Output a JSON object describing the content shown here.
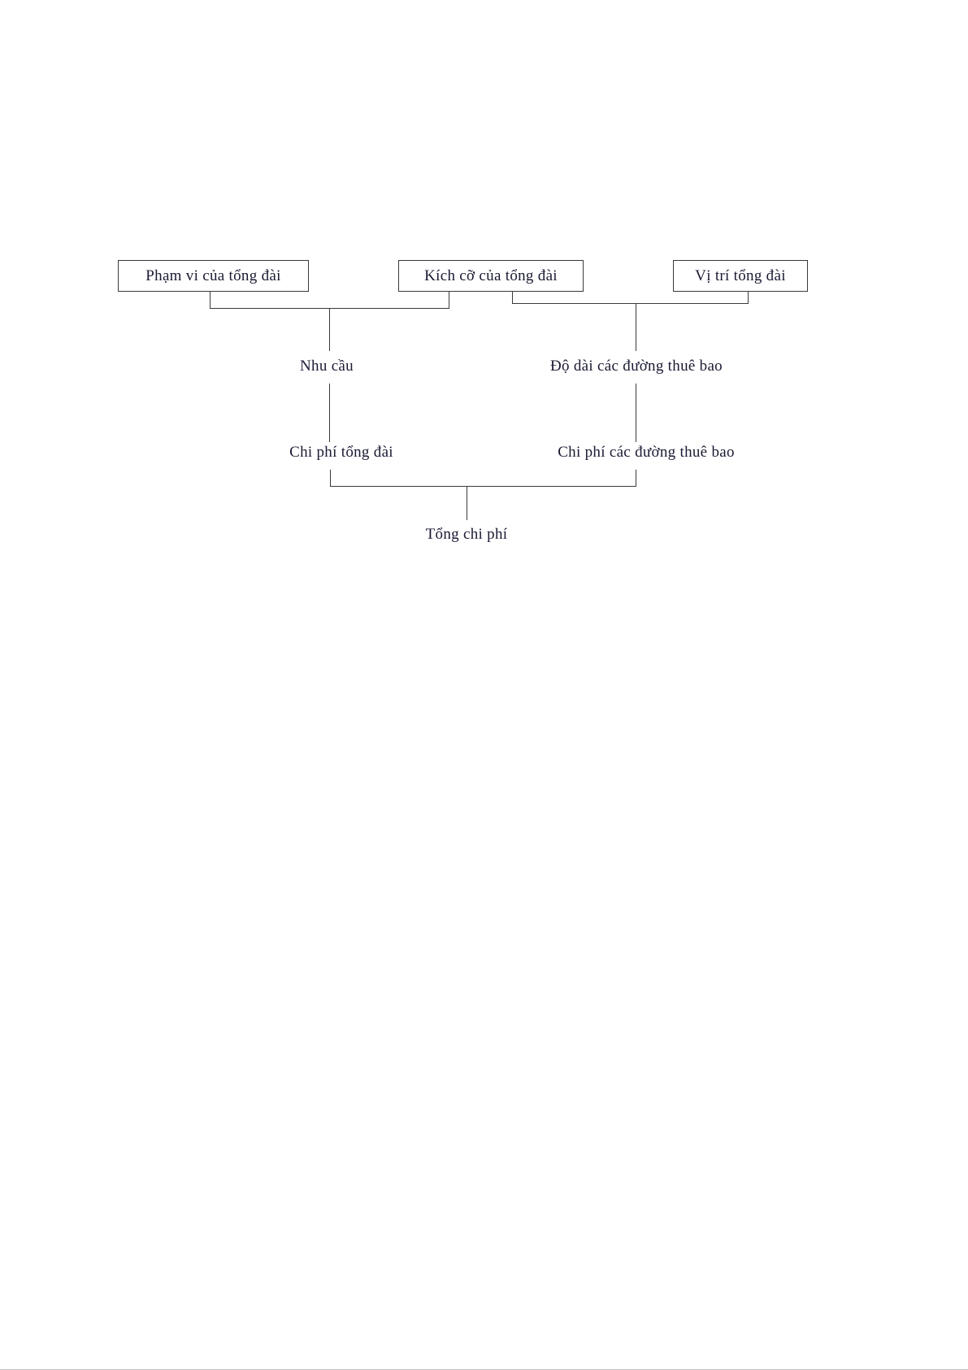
{
  "diagram": {
    "type": "tree",
    "title": "",
    "level1_boxes": [
      {
        "id": "scope",
        "label": "Phạm vi của tổng đài"
      },
      {
        "id": "size",
        "label": "Kích cỡ của tổng đài"
      },
      {
        "id": "location",
        "label": "Vị trí tổng đài"
      }
    ],
    "level2_labels": [
      {
        "id": "demand",
        "label": "Nhu cầu"
      },
      {
        "id": "line-length",
        "label": "Độ dài các đường thuê bao"
      }
    ],
    "level3_labels": [
      {
        "id": "exchange-cost",
        "label": "Chi phí tổng đài"
      },
      {
        "id": "line-cost",
        "label": "Chi phí các đường thuê bao"
      }
    ],
    "level4_label": {
      "id": "total-cost",
      "label": "Tổng chi phí"
    },
    "edges": [
      {
        "from": "scope",
        "to": "demand"
      },
      {
        "from": "size",
        "to": "demand"
      },
      {
        "from": "size",
        "to": "line-length"
      },
      {
        "from": "location",
        "to": "line-length"
      },
      {
        "from": "demand",
        "to": "exchange-cost"
      },
      {
        "from": "line-length",
        "to": "line-cost"
      },
      {
        "from": "exchange-cost",
        "to": "total-cost"
      },
      {
        "from": "line-cost",
        "to": "total-cost"
      }
    ],
    "colors": {
      "stroke": "#3a3a3a",
      "text": "#1a1a33",
      "background": "#ffffff"
    }
  }
}
